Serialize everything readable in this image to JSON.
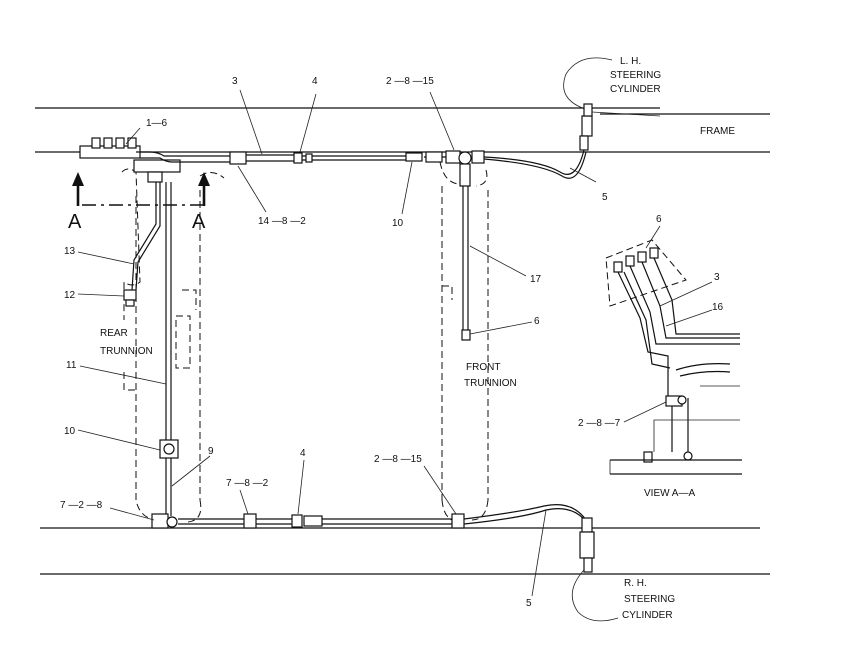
{
  "labels": {
    "l_1_6": "1—6",
    "l_3_top": "3",
    "l_4_top": "4",
    "l_2_8_15_top": "2 —8 —15",
    "l_lh_1": "L. H.",
    "l_lh_2": "STEERING",
    "l_lh_3": "CYLINDER",
    "l_frame": "FRAME",
    "l_5_top": "5",
    "l_14_8_2": "14 —8 —2",
    "l_10_mid": "10",
    "l_17": "17",
    "l_6_mid": "6",
    "l_13": "13",
    "l_12": "12",
    "l_rear_1": "REAR",
    "l_rear_2": "TRUNNION",
    "l_11": "11",
    "l_front_1": "FRONT",
    "l_front_2": "TRUNNION",
    "l_10_low": "10",
    "l_9": "9",
    "l_7_2_8": "7 —2 —8",
    "l_7_8_2": "7 —8 —2",
    "l_4_low": "4",
    "l_2_8_15_low": "2 —8 —15",
    "l_5_low": "5",
    "l_rh_1": "R. H.",
    "l_rh_2": "STEERING",
    "l_rh_3": "CYLINDER",
    "l_6_view": "6",
    "l_3_view": "3",
    "l_16": "16",
    "l_2_8_7": "2 —8 —7",
    "l_view": "VIEW  A—A",
    "l_a_left": "A",
    "l_a_right": "A"
  }
}
